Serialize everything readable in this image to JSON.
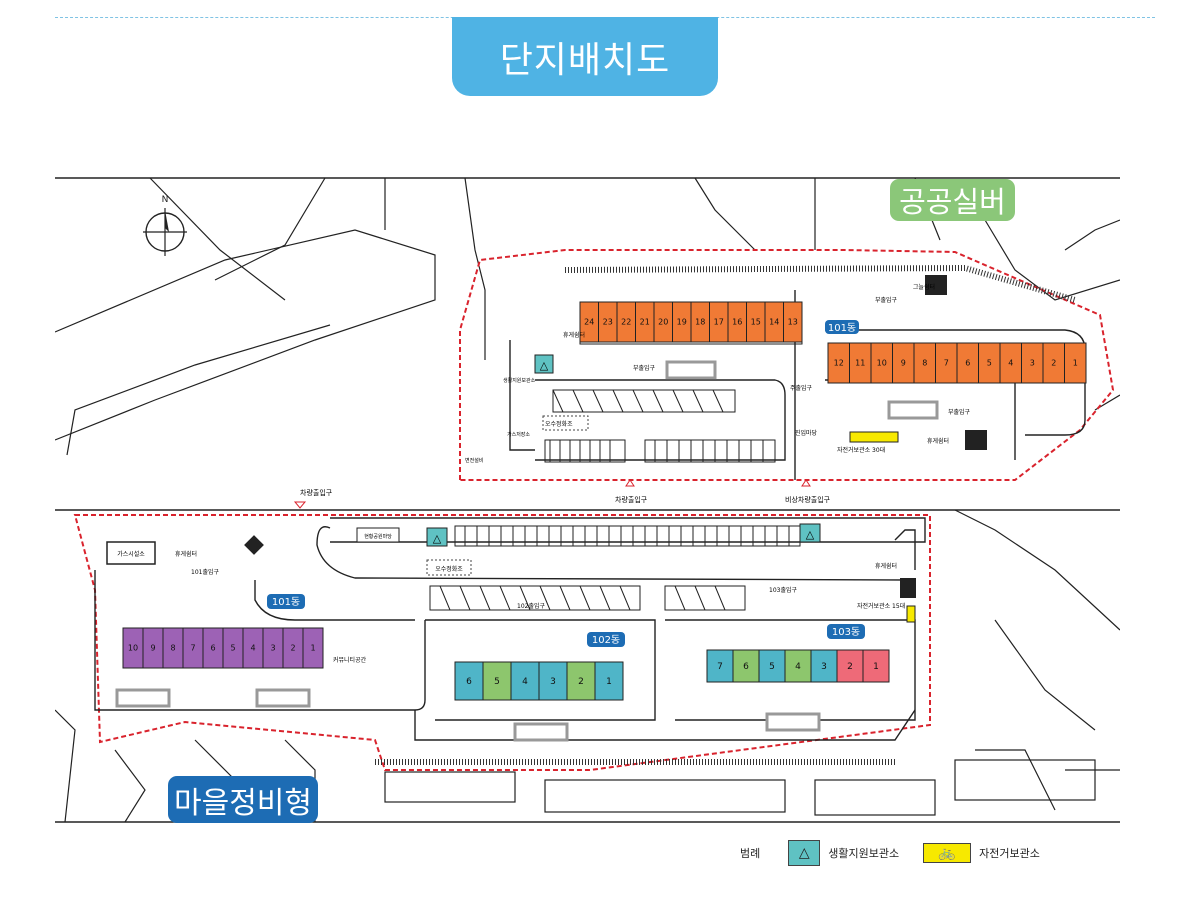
{
  "title": "단지배치도",
  "zones": {
    "public_silver": "공공실버",
    "village": "마을정비형"
  },
  "compass": "N",
  "buildings": {
    "b101_top": {
      "label": "101동",
      "units_row1": [
        "24",
        "23",
        "22",
        "21",
        "20",
        "19",
        "18",
        "17",
        "16",
        "15",
        "14",
        "13"
      ],
      "units_row2": [
        "12",
        "11",
        "10",
        "9",
        "8",
        "7",
        "6",
        "5",
        "4",
        "3",
        "2",
        "1"
      ],
      "color": "#f07a35"
    },
    "b101_bottom": {
      "label": "101동",
      "units": [
        "10",
        "9",
        "8",
        "7",
        "6",
        "5",
        "4",
        "3",
        "2",
        "1"
      ],
      "color": "#9d62b5"
    },
    "b102": {
      "label": "102동",
      "units": [
        "6",
        "5",
        "4",
        "3",
        "2",
        "1"
      ],
      "colors": [
        "#4fb5c8",
        "#8dc66d",
        "#4fb5c8",
        "#4fb5c8",
        "#8dc66d",
        "#4fb5c8"
      ]
    },
    "b103": {
      "label": "103동",
      "units": [
        "7",
        "6",
        "5",
        "4",
        "3",
        "2",
        "1"
      ],
      "colors": [
        "#4fb5c8",
        "#8dc66d",
        "#4fb5c8",
        "#8dc66d",
        "#4fb5c8",
        "#ee6a78",
        "#ee6a78"
      ]
    }
  },
  "map_labels": {
    "sub_entrance": "부출입구",
    "main_entrance": "주출입구",
    "vehicle_entrance": "차량출입구",
    "emergency_vehicle_entrance": "비상차량출입구",
    "rest_area": "휴게쉼터",
    "shade_shelter": "그늘쉼터",
    "entry_plaza": "진입마당",
    "sewage_plant": "오수정화조",
    "bike_30": "자전거보관소 30대",
    "bike_15": "자전거보관소 15대",
    "community_space": "커뮤니티공간",
    "gas_room": "가스시설소",
    "gas_room_top": "가스저장소",
    "living_support_top": "생활지원보관소",
    "dong101_entrance": "101출입구",
    "dong102_entrance": "102출입구",
    "dong103_entrance": "103출입구",
    "complex_sign": "현황공원마당",
    "power_room": "변전설비",
    "rest_area_bottom": "휴게쉼터",
    "rest_area_103": "휴게쉼터"
  },
  "legend": {
    "title": "범례",
    "recycle_label": "생활지원보관소",
    "bike_label": "자전거보관소"
  },
  "colors": {
    "title_bg": "#4fb3e4",
    "silver_bg": "#8bc779",
    "village_bg": "#1d6cb4",
    "boundary": "#d9232d",
    "building_label_bg": "#1d6cb4"
  }
}
